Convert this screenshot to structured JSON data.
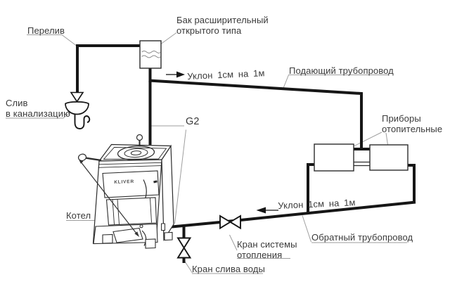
{
  "colors": {
    "background": "#ffffff",
    "pipe": "#161616",
    "outline": "#2c2c2c",
    "leader": "#9e9e9e",
    "text": "#3a3a3a"
  },
  "labels": {
    "overflow": "Перелив",
    "expansion_tank": [
      "Бак расширительный",
      "открытого типа"
    ],
    "supply_slope": "Уклон 1см на 1м",
    "supply_pipe": "Подающий трубопровод",
    "drain_to_sewer": [
      "Слив",
      "в канализацию"
    ],
    "connection_size": "G2",
    "heating_devices": [
      "Приборы",
      "отопительные"
    ],
    "boiler": "Котел",
    "boiler_brand": "KLIVER",
    "return_slope": "Уклон 1см на 1м",
    "return_pipe": "Обратный трубопровод",
    "system_valve": [
      "Кран системы",
      "отопления"
    ],
    "drain_valve": "Кран слива воды"
  }
}
